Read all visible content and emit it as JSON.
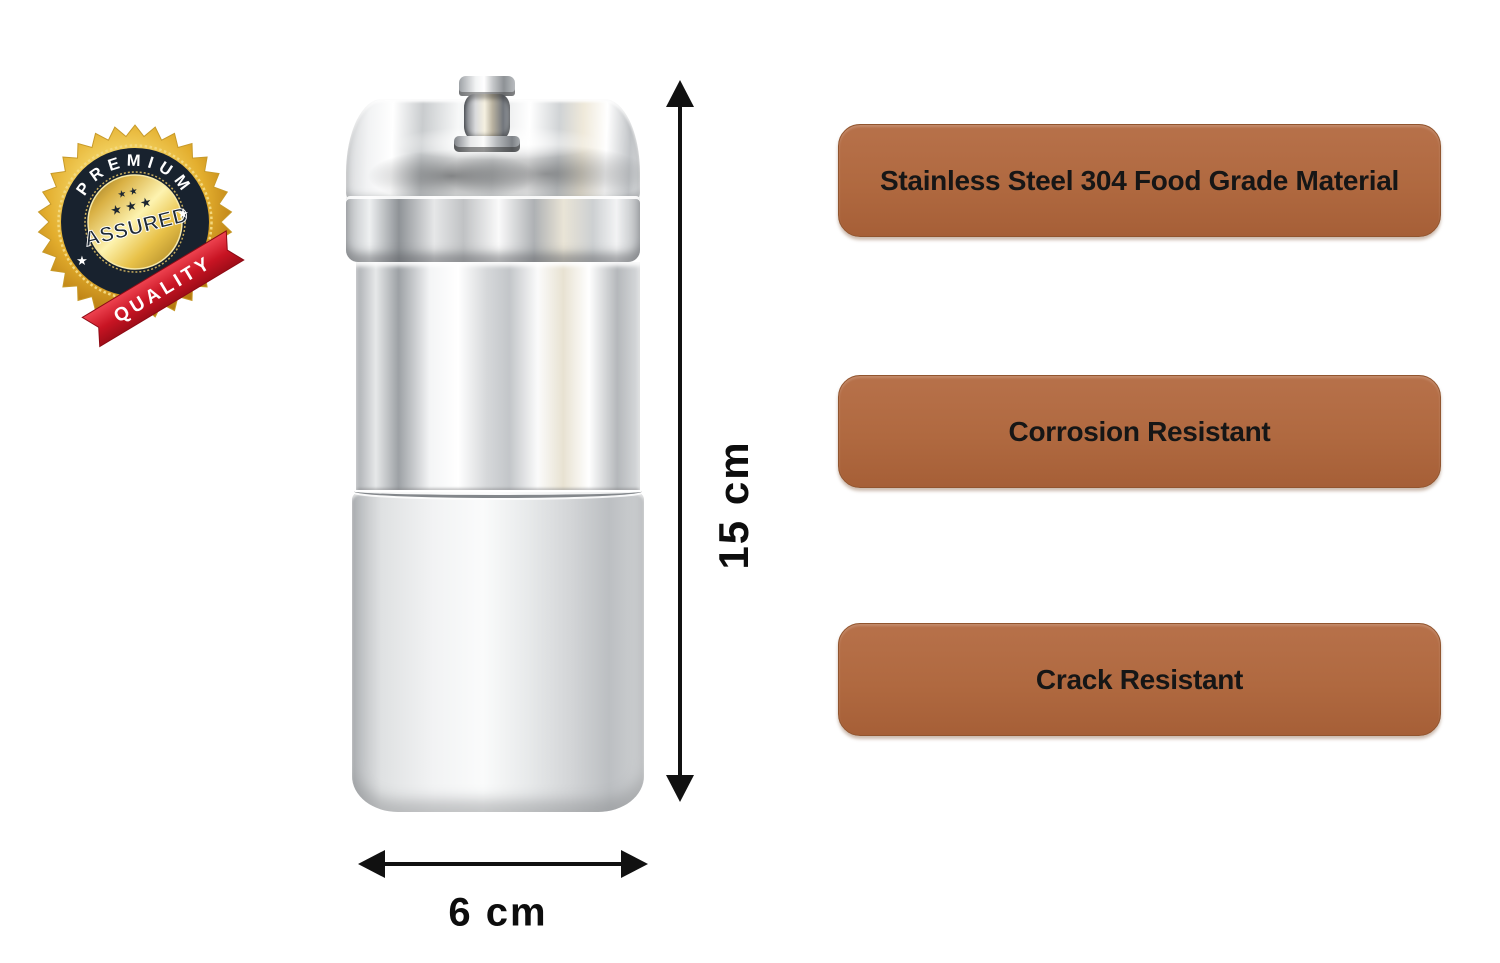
{
  "badge": {
    "arc_text": "PREMIUM",
    "center_text": "ASSURED",
    "ribbon_text": "QUALITY",
    "stars_row_top": "★ ★",
    "stars_row_bottom": "★ ★ ★",
    "side_star": "★"
  },
  "product": {
    "height_label": "15 cm",
    "width_label": "6 cm"
  },
  "features": {
    "items": [
      "Stainless Steel 304 Food Grade Material",
      "Corrosion Resistant",
      "Crack Resistant"
    ]
  },
  "colors": {
    "feature_box": "#b06940",
    "feature_box_edge": "#91552f",
    "feature_text": "#161616",
    "arrow": "#111111",
    "badge_gold": "#e9bd4a",
    "badge_dark_ring": "#18222e",
    "ribbon_red": "#c81423"
  }
}
